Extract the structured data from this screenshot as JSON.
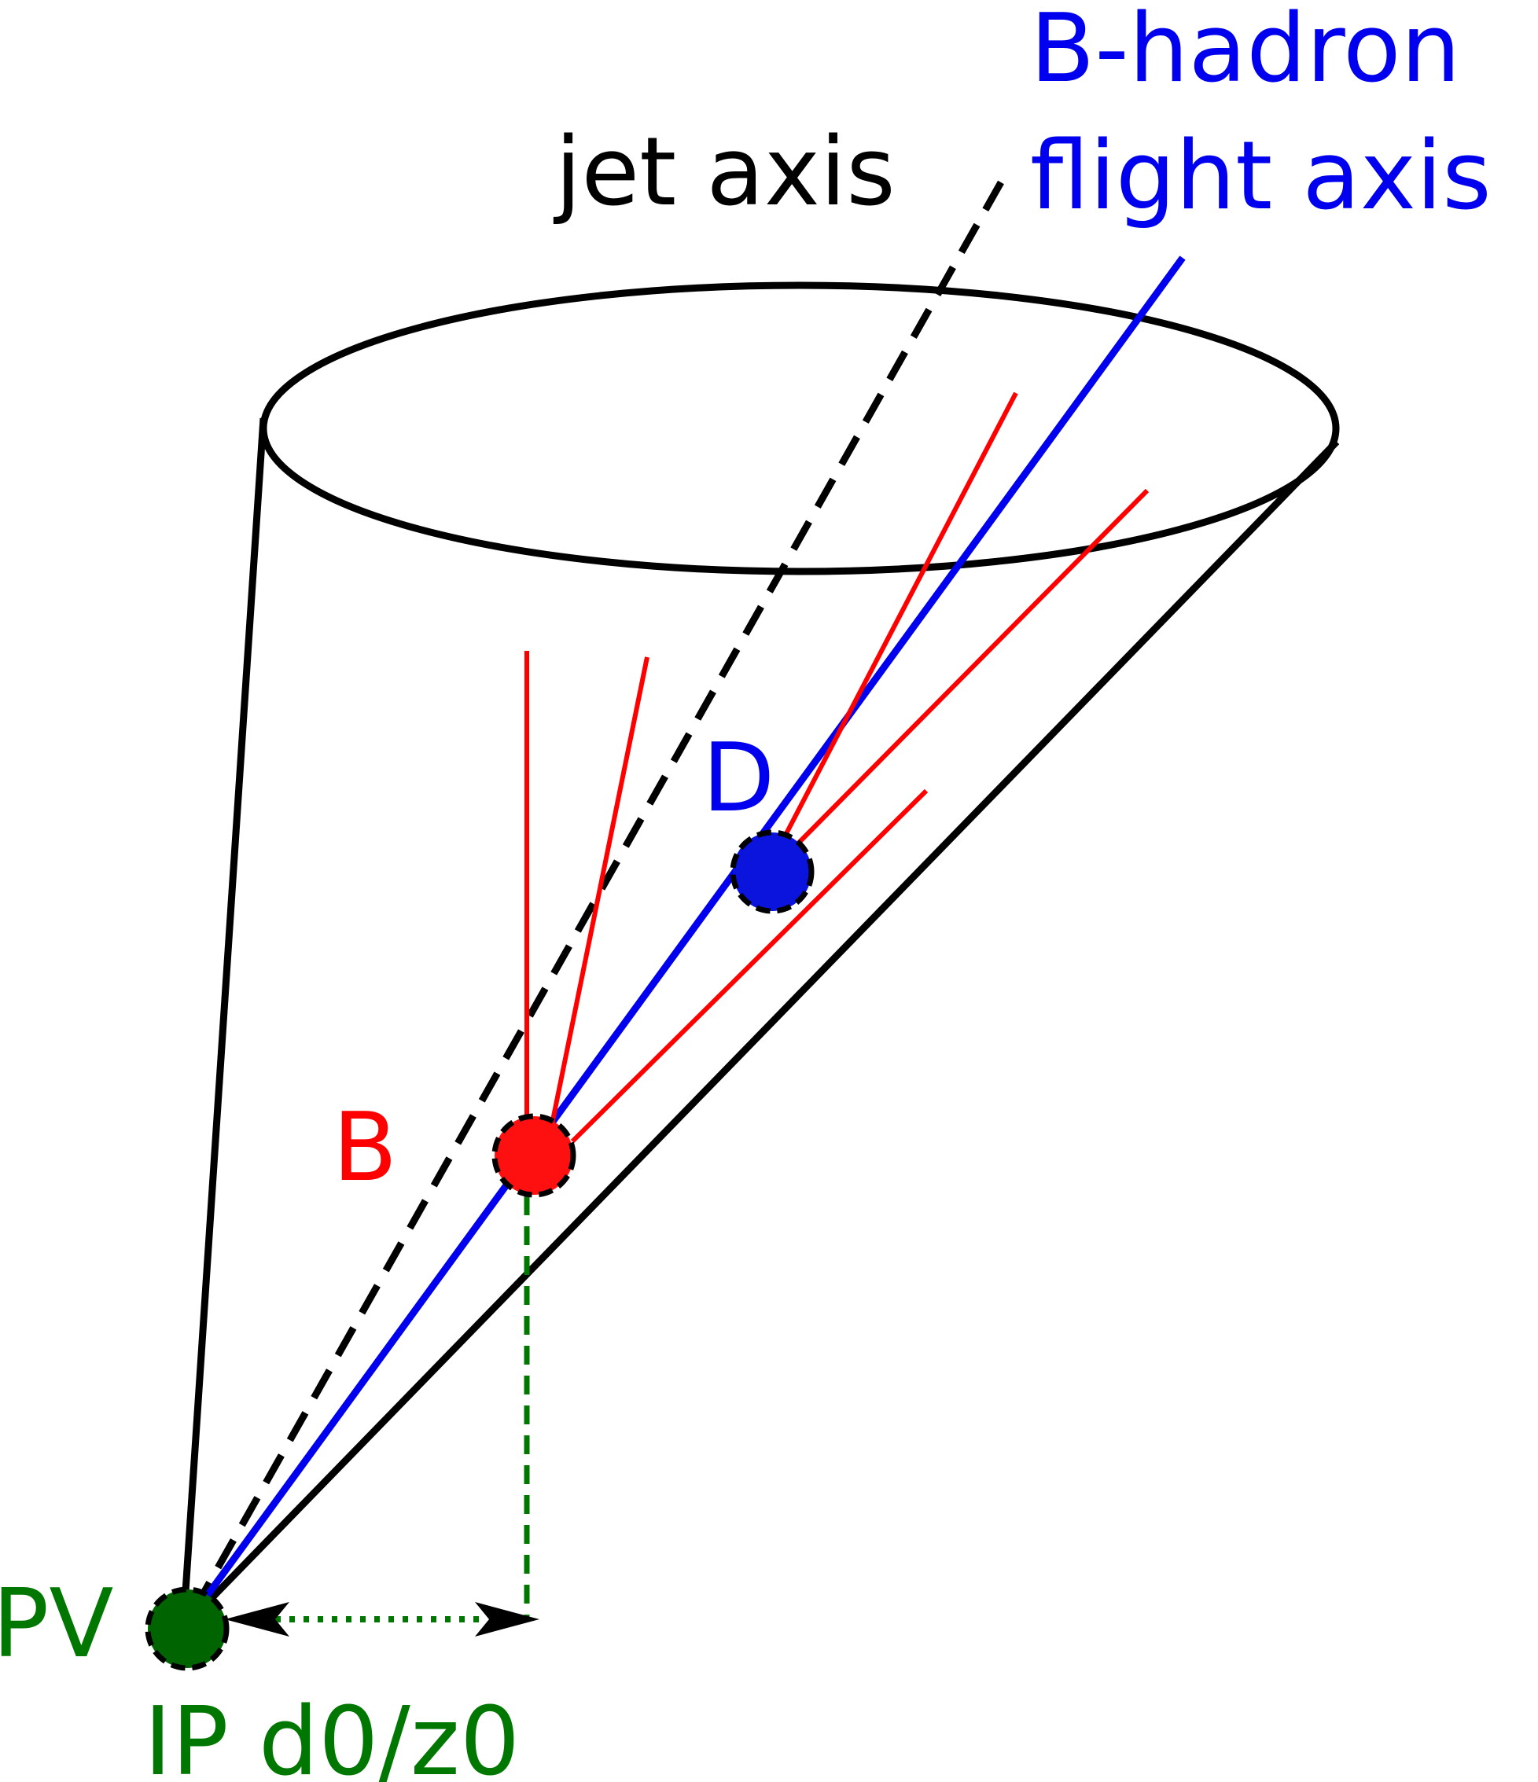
{
  "labels": {
    "jet_axis": "jet axis",
    "b_hadron_line1": "B-hadron",
    "b_hadron_line2": "flight axis",
    "d_vertex": "D",
    "b_vertex": "B",
    "pv": "PV",
    "ip": "IP d0/z0"
  },
  "colors": {
    "black": "#000000",
    "blue": "#0000ee",
    "red": "#ff0000",
    "green": "#007700",
    "b_dot": "#ff1010",
    "d_dot": "#0a14dc",
    "pv_dot": "#006400"
  }
}
